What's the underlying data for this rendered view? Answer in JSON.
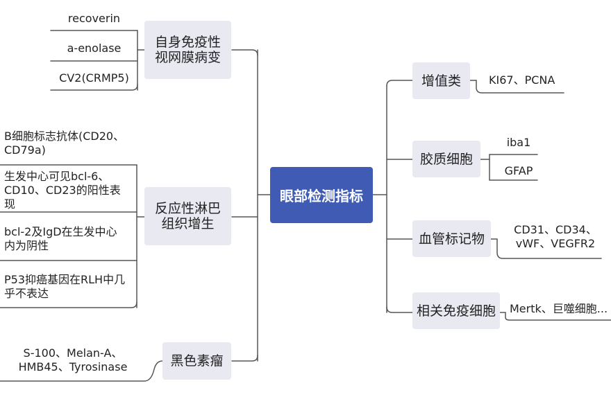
{
  "root": {
    "label": "眼部检测指标"
  },
  "left": [
    {
      "label": "自身免疫性视网膜病变",
      "children": [
        "recoverin",
        "a-enolase",
        "CV2(CRMP5)"
      ]
    },
    {
      "label": "反应性淋巴组织增生",
      "children": [
        "B细胞标志抗体(CD20、CD79a)",
        "生发中心可见bcl-6、CD10、CD23的阳性表现",
        "bcl-2及IgD在生发中心内为阴性",
        "P53抑癌基因在RLH中几乎不表达"
      ]
    },
    {
      "label": "黑色素瘤",
      "children": [
        "S-100、Melan-A、HMB45、Tyrosinase"
      ]
    }
  ],
  "right": [
    {
      "label": "增值类",
      "children": [
        "KI67、PCNA"
      ]
    },
    {
      "label": "胶质细胞",
      "children": [
        "iba1",
        "GFAP"
      ]
    },
    {
      "label": "血管标记物",
      "children": [
        "CD31、CD34、vWF、VEGFR2"
      ]
    },
    {
      "label": "相关免疫细胞",
      "children": [
        "Mertk、巨噬细胞..."
      ]
    }
  ],
  "colors": {
    "root_fill": "#3f5bb4",
    "node_fill": "#e9e9f2",
    "line": "#555555"
  }
}
